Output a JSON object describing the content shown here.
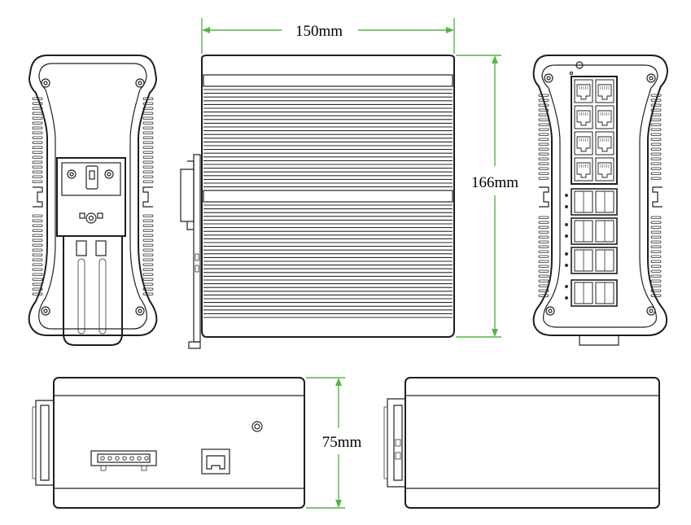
{
  "dimensions": {
    "width_label": "150mm",
    "height_label": "166mm",
    "depth_label": "75mm"
  },
  "colors": {
    "dimension_line": "#58b34a",
    "outline": "#1e1e1e",
    "background": "#ffffff"
  },
  "views": {
    "count": 5,
    "front_rj45_ports": 8,
    "front_sfp_ports": 8
  }
}
